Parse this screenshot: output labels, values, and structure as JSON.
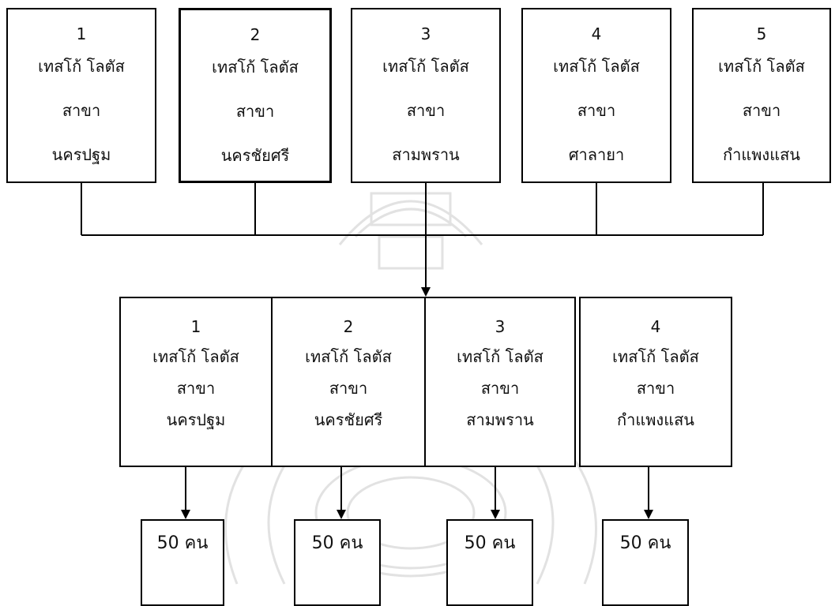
{
  "branches": [
    {
      "num": "1",
      "brand": "เทสโก้ โลตัส",
      "word": "สาขา",
      "name": "นครปฐม"
    },
    {
      "num": "2",
      "brand": "เทสโก้ โลตัส",
      "word": "สาขา",
      "name": "นครชัยศรี"
    },
    {
      "num": "3",
      "brand": "เทสโก้ โลตัส",
      "word": "สาขา",
      "name": "สามพราน"
    },
    {
      "num": "4",
      "brand": "เทสโก้ โลตัส",
      "word": "สาขา",
      "name": "ศาลายา"
    },
    {
      "num": "5",
      "brand": "เทสโก้ โลตัส",
      "word": "สาขา",
      "name": "กำแพงแสน"
    }
  ],
  "selected": [
    {
      "num": "1",
      "brand": "เทสโก้ โลตัส",
      "word": "สาขา",
      "name": "นครปฐม"
    },
    {
      "num": "2",
      "brand": "เทสโก้ โลตัส",
      "word": "สาขา",
      "name": "นครชัยศรี"
    },
    {
      "num": "3",
      "brand": "เทสโก้ โลตัส",
      "word": "สาขา",
      "name": "สามพราน"
    },
    {
      "num": "4",
      "brand": "เทสโก้ โลตัส",
      "word": "สาขา",
      "name": "กำแพงแสน"
    }
  ],
  "samples": [
    "50 คน",
    "50 คน",
    "50 คน",
    "50 คน"
  ]
}
